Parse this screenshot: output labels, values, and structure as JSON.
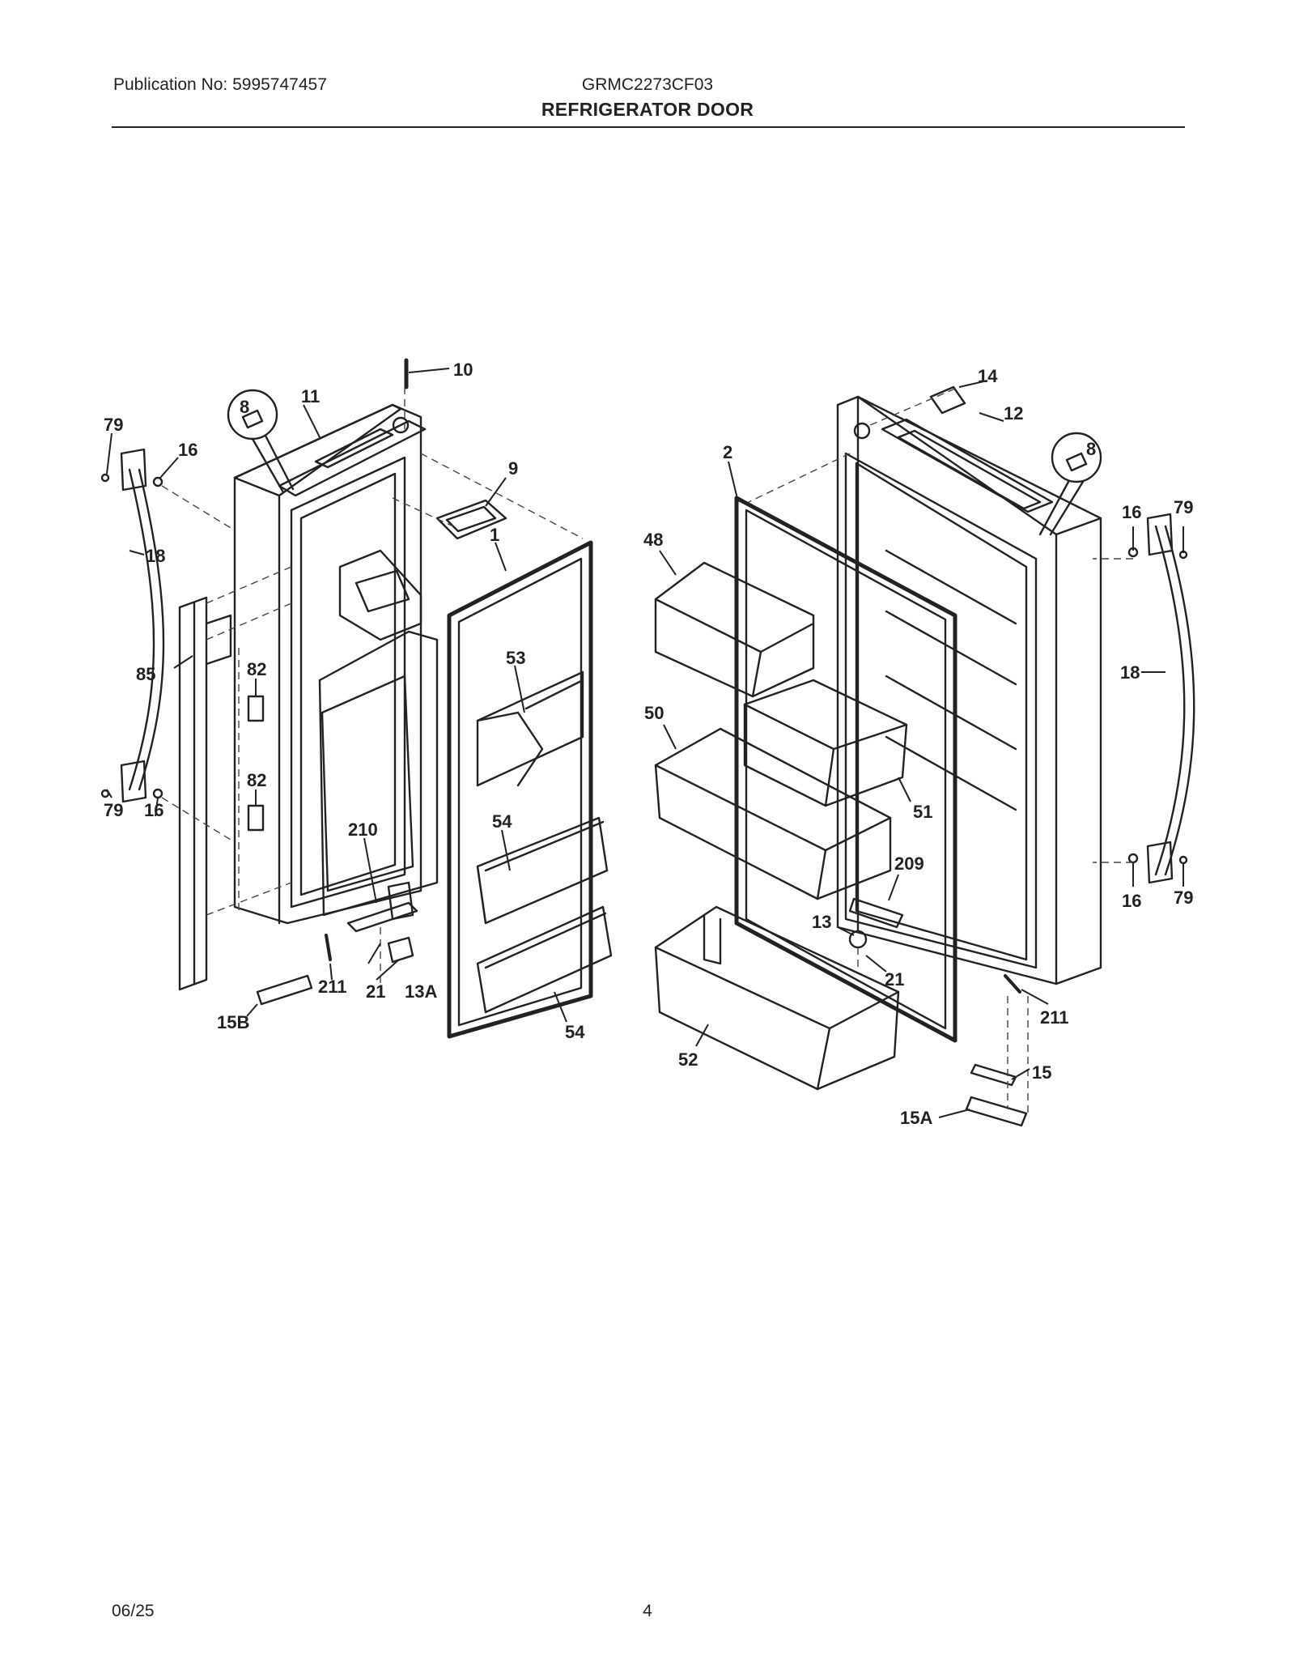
{
  "header": {
    "publication": "Publication No: 5995747457",
    "model": "GRMC2273CF03",
    "title": "REFRIGERATOR DOOR"
  },
  "footer": {
    "date": "06/25",
    "page": "4"
  },
  "callouts": [
    {
      "id": "c10",
      "label": "10"
    },
    {
      "id": "c11",
      "label": "11"
    },
    {
      "id": "c8a",
      "label": "8"
    },
    {
      "id": "c79a",
      "label": "79"
    },
    {
      "id": "c16a",
      "label": "16"
    },
    {
      "id": "c9",
      "label": "9"
    },
    {
      "id": "c1",
      "label": "1"
    },
    {
      "id": "c18a",
      "label": "18"
    },
    {
      "id": "c85",
      "label": "85"
    },
    {
      "id": "c82a",
      "label": "82"
    },
    {
      "id": "c53",
      "label": "53"
    },
    {
      "id": "c82b",
      "label": "82"
    },
    {
      "id": "c79b",
      "label": "79"
    },
    {
      "id": "c16b",
      "label": "16"
    },
    {
      "id": "c54a",
      "label": "54"
    },
    {
      "id": "c210",
      "label": "210"
    },
    {
      "id": "c211a",
      "label": "211"
    },
    {
      "id": "c21a",
      "label": "21"
    },
    {
      "id": "c13A",
      "label": "13A"
    },
    {
      "id": "c15B",
      "label": "15B"
    },
    {
      "id": "c54b",
      "label": "54"
    },
    {
      "id": "c14",
      "label": "14"
    },
    {
      "id": "c12",
      "label": "12"
    },
    {
      "id": "c8b",
      "label": "8"
    },
    {
      "id": "c2",
      "label": "2"
    },
    {
      "id": "c48",
      "label": "48"
    },
    {
      "id": "c16c",
      "label": "16"
    },
    {
      "id": "c79c",
      "label": "79"
    },
    {
      "id": "c18b",
      "label": "18"
    },
    {
      "id": "c50",
      "label": "50"
    },
    {
      "id": "c51",
      "label": "51"
    },
    {
      "id": "c209",
      "label": "209"
    },
    {
      "id": "c13",
      "label": "13"
    },
    {
      "id": "c21b",
      "label": "21"
    },
    {
      "id": "c211b",
      "label": "211"
    },
    {
      "id": "c16d",
      "label": "16"
    },
    {
      "id": "c79d",
      "label": "79"
    },
    {
      "id": "c52",
      "label": "52"
    },
    {
      "id": "c15",
      "label": "15"
    },
    {
      "id": "c15A",
      "label": "15A"
    }
  ]
}
